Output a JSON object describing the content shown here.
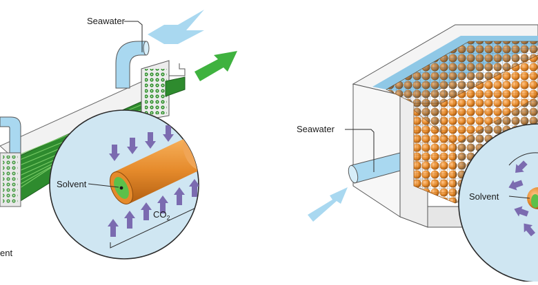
{
  "left_panel": {
    "seawater_label": "Seawater",
    "solvent_label": "Solvent",
    "co2_label": "CO",
    "co2_subscript": "2",
    "cutoff_label": "ent"
  },
  "right_panel": {
    "seawater_label": "Seawater",
    "solvent_label": "Solvent"
  },
  "colors": {
    "seawater_blue": "#a9d8f0",
    "pipe_green": "#2e8b2e",
    "arrow_green": "#3fb23f",
    "solvent_green": "#5cc04a",
    "orange": "#e58a2b",
    "purple_arrow": "#7b6bb0",
    "magnifier_fill": "#cfe6f2",
    "sphere_brown": "#a8743a"
  }
}
